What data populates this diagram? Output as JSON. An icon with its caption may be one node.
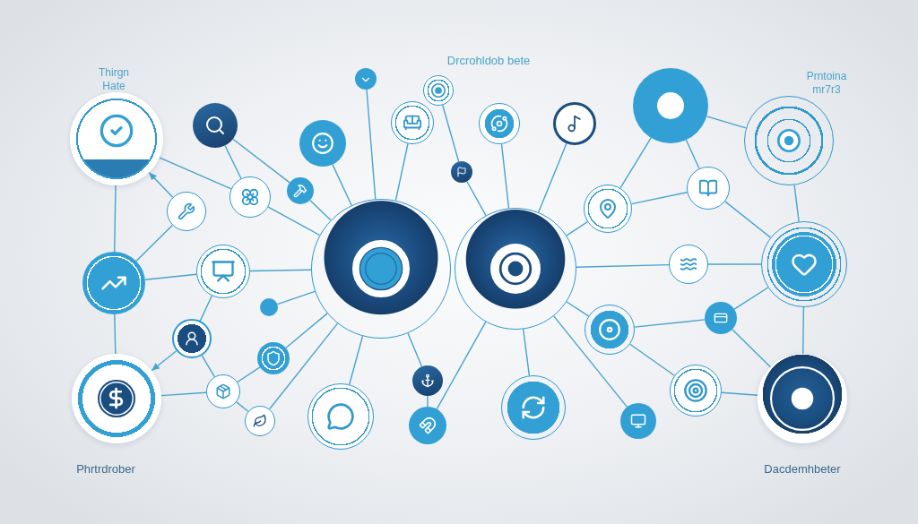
{
  "diagram": {
    "title": "Drcrohldob bete",
    "nodes": [
      {
        "text": [],
        "shape": "circle",
        "beside": [
          "Thirgn Hate"
        ]
      },
      {
        "text": [],
        "shape": "circle"
      },
      {
        "text": [],
        "shape": "circle"
      },
      {
        "text": [],
        "shape": "circle"
      },
      {
        "text": [],
        "shape": "circle"
      },
      {
        "text": [],
        "shape": "circle"
      },
      {
        "text": [],
        "shape": "circle"
      },
      {
        "text": [],
        "shape": "circle"
      },
      {
        "text": [],
        "shape": "circle"
      },
      {
        "text": [],
        "shape": "circle"
      },
      {
        "text": [],
        "shape": "circle",
        "beside": [
          "Prntoina mr7r3"
        ]
      },
      {
        "text": [],
        "shape": "circle"
      },
      {
        "text": [],
        "shape": "circle"
      },
      {
        "text": [],
        "shape": "circle"
      },
      {
        "text": [],
        "shape": "circle"
      },
      {
        "text": [],
        "shape": "circle"
      },
      {
        "text": [],
        "shape": "circle"
      },
      {
        "text": [],
        "shape": "circle"
      },
      {
        "text": [],
        "shape": "circle"
      },
      {
        "text": [],
        "shape": "circle"
      },
      {
        "text": [],
        "shape": "circle"
      },
      {
        "text": [],
        "shape": "circle"
      },
      {
        "text": [],
        "shape": "circle"
      },
      {
        "text": [],
        "shape": "circle"
      },
      {
        "text": [],
        "shape": "circle"
      },
      {
        "text": [],
        "shape": "circle",
        "beside": [
          "Phrtrdrober"
        ]
      },
      {
        "text": [],
        "shape": "circle"
      },
      {
        "text": [],
        "shape": "circle"
      },
      {
        "text": [],
        "shape": "circle"
      },
      {
        "text": [],
        "shape": "circle"
      },
      {
        "text": [],
        "shape": "circle"
      },
      {
        "text": [],
        "shape": "circle"
      },
      {
        "text": [],
        "shape": "circle"
      },
      {
        "text": [],
        "shape": "circle"
      },
      {
        "text": [],
        "shape": "circle"
      },
      {
        "text": [],
        "shape": "circle"
      },
      {
        "text": [],
        "shape": "circle",
        "beside": [
          "Dacdemhbeter"
        ]
      }
    ],
    "edges": [
      {
        "from": 0,
        "to": 12,
        "arrow": "none"
      },
      {
        "from": 11,
        "to": 0,
        "arrow": "to"
      },
      {
        "from": 0,
        "to": 14,
        "arrow": "none"
      },
      {
        "from": 1,
        "to": 12,
        "arrow": "none"
      },
      {
        "from": 1,
        "to": 13,
        "arrow": "none"
      },
      {
        "from": 13,
        "to": 17,
        "arrow": "none"
      },
      {
        "from": 2,
        "to": 17,
        "arrow": "none"
      },
      {
        "from": 3,
        "to": 17,
        "arrow": "none"
      },
      {
        "from": 4,
        "to": 8,
        "arrow": "none"
      },
      {
        "from": 5,
        "to": 17,
        "arrow": "none"
      },
      {
        "from": 6,
        "to": 18,
        "arrow": "none"
      },
      {
        "from": 7,
        "to": 18,
        "arrow": "none"
      },
      {
        "from": 8,
        "to": 18,
        "arrow": "none"
      },
      {
        "from": 9,
        "to": 19,
        "arrow": "none"
      },
      {
        "from": 9,
        "to": 10,
        "arrow": "none"
      },
      {
        "from": 9,
        "to": 20,
        "arrow": "none"
      },
      {
        "from": 19,
        "to": 20,
        "arrow": "none"
      },
      {
        "from": 19,
        "to": 18,
        "arrow": "none"
      },
      {
        "from": 20,
        "to": 22,
        "arrow": "none"
      },
      {
        "from": 10,
        "to": 22,
        "arrow": "none"
      },
      {
        "from": 18,
        "to": 21,
        "arrow": "none"
      },
      {
        "from": 21,
        "to": 22,
        "arrow": "none"
      },
      {
        "from": 12,
        "to": 17,
        "arrow": "none"
      },
      {
        "from": 11,
        "to": 14,
        "arrow": "none"
      },
      {
        "from": 14,
        "to": 15,
        "arrow": "none"
      },
      {
        "from": 15,
        "to": 17,
        "arrow": "none"
      },
      {
        "from": 16,
        "to": 17,
        "arrow": "none"
      },
      {
        "from": 14,
        "to": 25,
        "arrow": "none"
      },
      {
        "from": 23,
        "to": 25,
        "arrow": "to"
      },
      {
        "from": 23,
        "to": 15,
        "arrow": "none"
      },
      {
        "from": 24,
        "to": 17,
        "arrow": "none"
      },
      {
        "from": 23,
        "to": 26,
        "arrow": "none"
      },
      {
        "from": 24,
        "to": 26,
        "arrow": "none"
      },
      {
        "from": 25,
        "to": 26,
        "arrow": "none"
      },
      {
        "from": 26,
        "to": 27,
        "arrow": "none"
      },
      {
        "from": 27,
        "to": 17,
        "arrow": "none"
      },
      {
        "from": 28,
        "to": 17,
        "arrow": "none"
      },
      {
        "from": 29,
        "to": 17,
        "arrow": "none"
      },
      {
        "from": 29,
        "to": 30,
        "arrow": "none"
      },
      {
        "from": 30,
        "to": 18,
        "arrow": "none"
      },
      {
        "from": 31,
        "to": 18,
        "arrow": "none"
      },
      {
        "from": 32,
        "to": 18,
        "arrow": "none"
      },
      {
        "from": 32,
        "to": 33,
        "arrow": "none"
      },
      {
        "from": 33,
        "to": 22,
        "arrow": "none"
      },
      {
        "from": 32,
        "to": 35,
        "arrow": "none"
      },
      {
        "from": 34,
        "to": 18,
        "arrow": "none"
      },
      {
        "from": 35,
        "to": 36,
        "arrow": "none"
      },
      {
        "from": 22,
        "to": 36,
        "arrow": "none"
      },
      {
        "from": 33,
        "to": 36,
        "arrow": "none"
      }
    ]
  }
}
